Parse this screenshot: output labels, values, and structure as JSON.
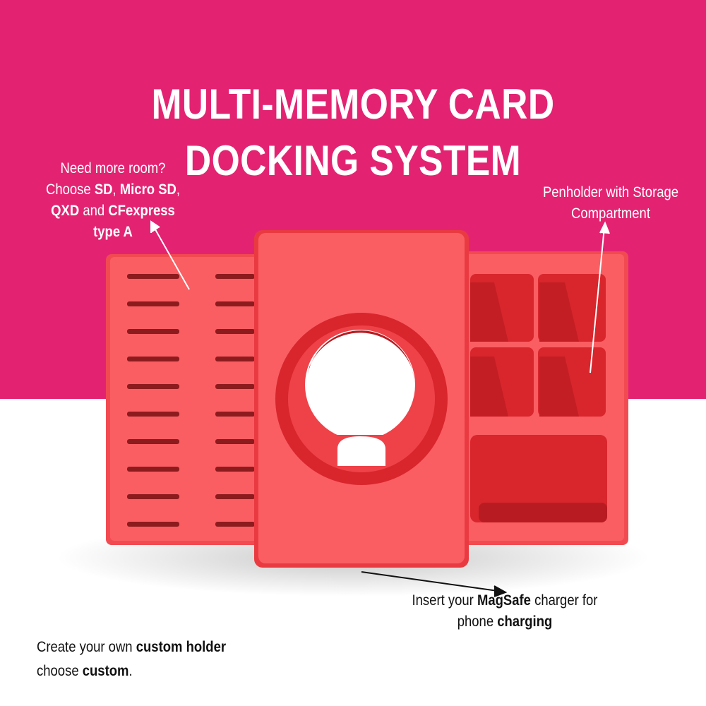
{
  "colors": {
    "brand_magenta": "#e32372",
    "product_red": "#fa5e63",
    "slot_dark": "#8c1b1e",
    "text_dark": "#111111"
  },
  "title": {
    "line1": "MULTI-MEMORY CARD",
    "line2": "DOCKING SYSTEM"
  },
  "callouts": {
    "cards": {
      "l1": "Need more room?",
      "l2a": "Choose ",
      "l2b": "SD",
      "l2c": ", ",
      "l2d": "Micro SD",
      "l2e": ",",
      "l3a": "QXD",
      "l3b": " and ",
      "l3c": "CFexpress",
      "l4": "type A"
    },
    "pen": {
      "l1": "Penholder with Storage",
      "l2": "Compartment"
    },
    "magsafe": {
      "l1a": "Insert your ",
      "l1b": "MagSafe",
      "l1c": " charger for",
      "l2a": "phone ",
      "l2b": "charging"
    },
    "custom": {
      "l1a": "Create your own ",
      "l1b": "custom holder",
      "l2a": "choose ",
      "l2b": "custom",
      "l2c": "."
    }
  },
  "product": {
    "card_slot_rows": 10,
    "card_slot_columns": 2,
    "pen_compartments": 5
  }
}
